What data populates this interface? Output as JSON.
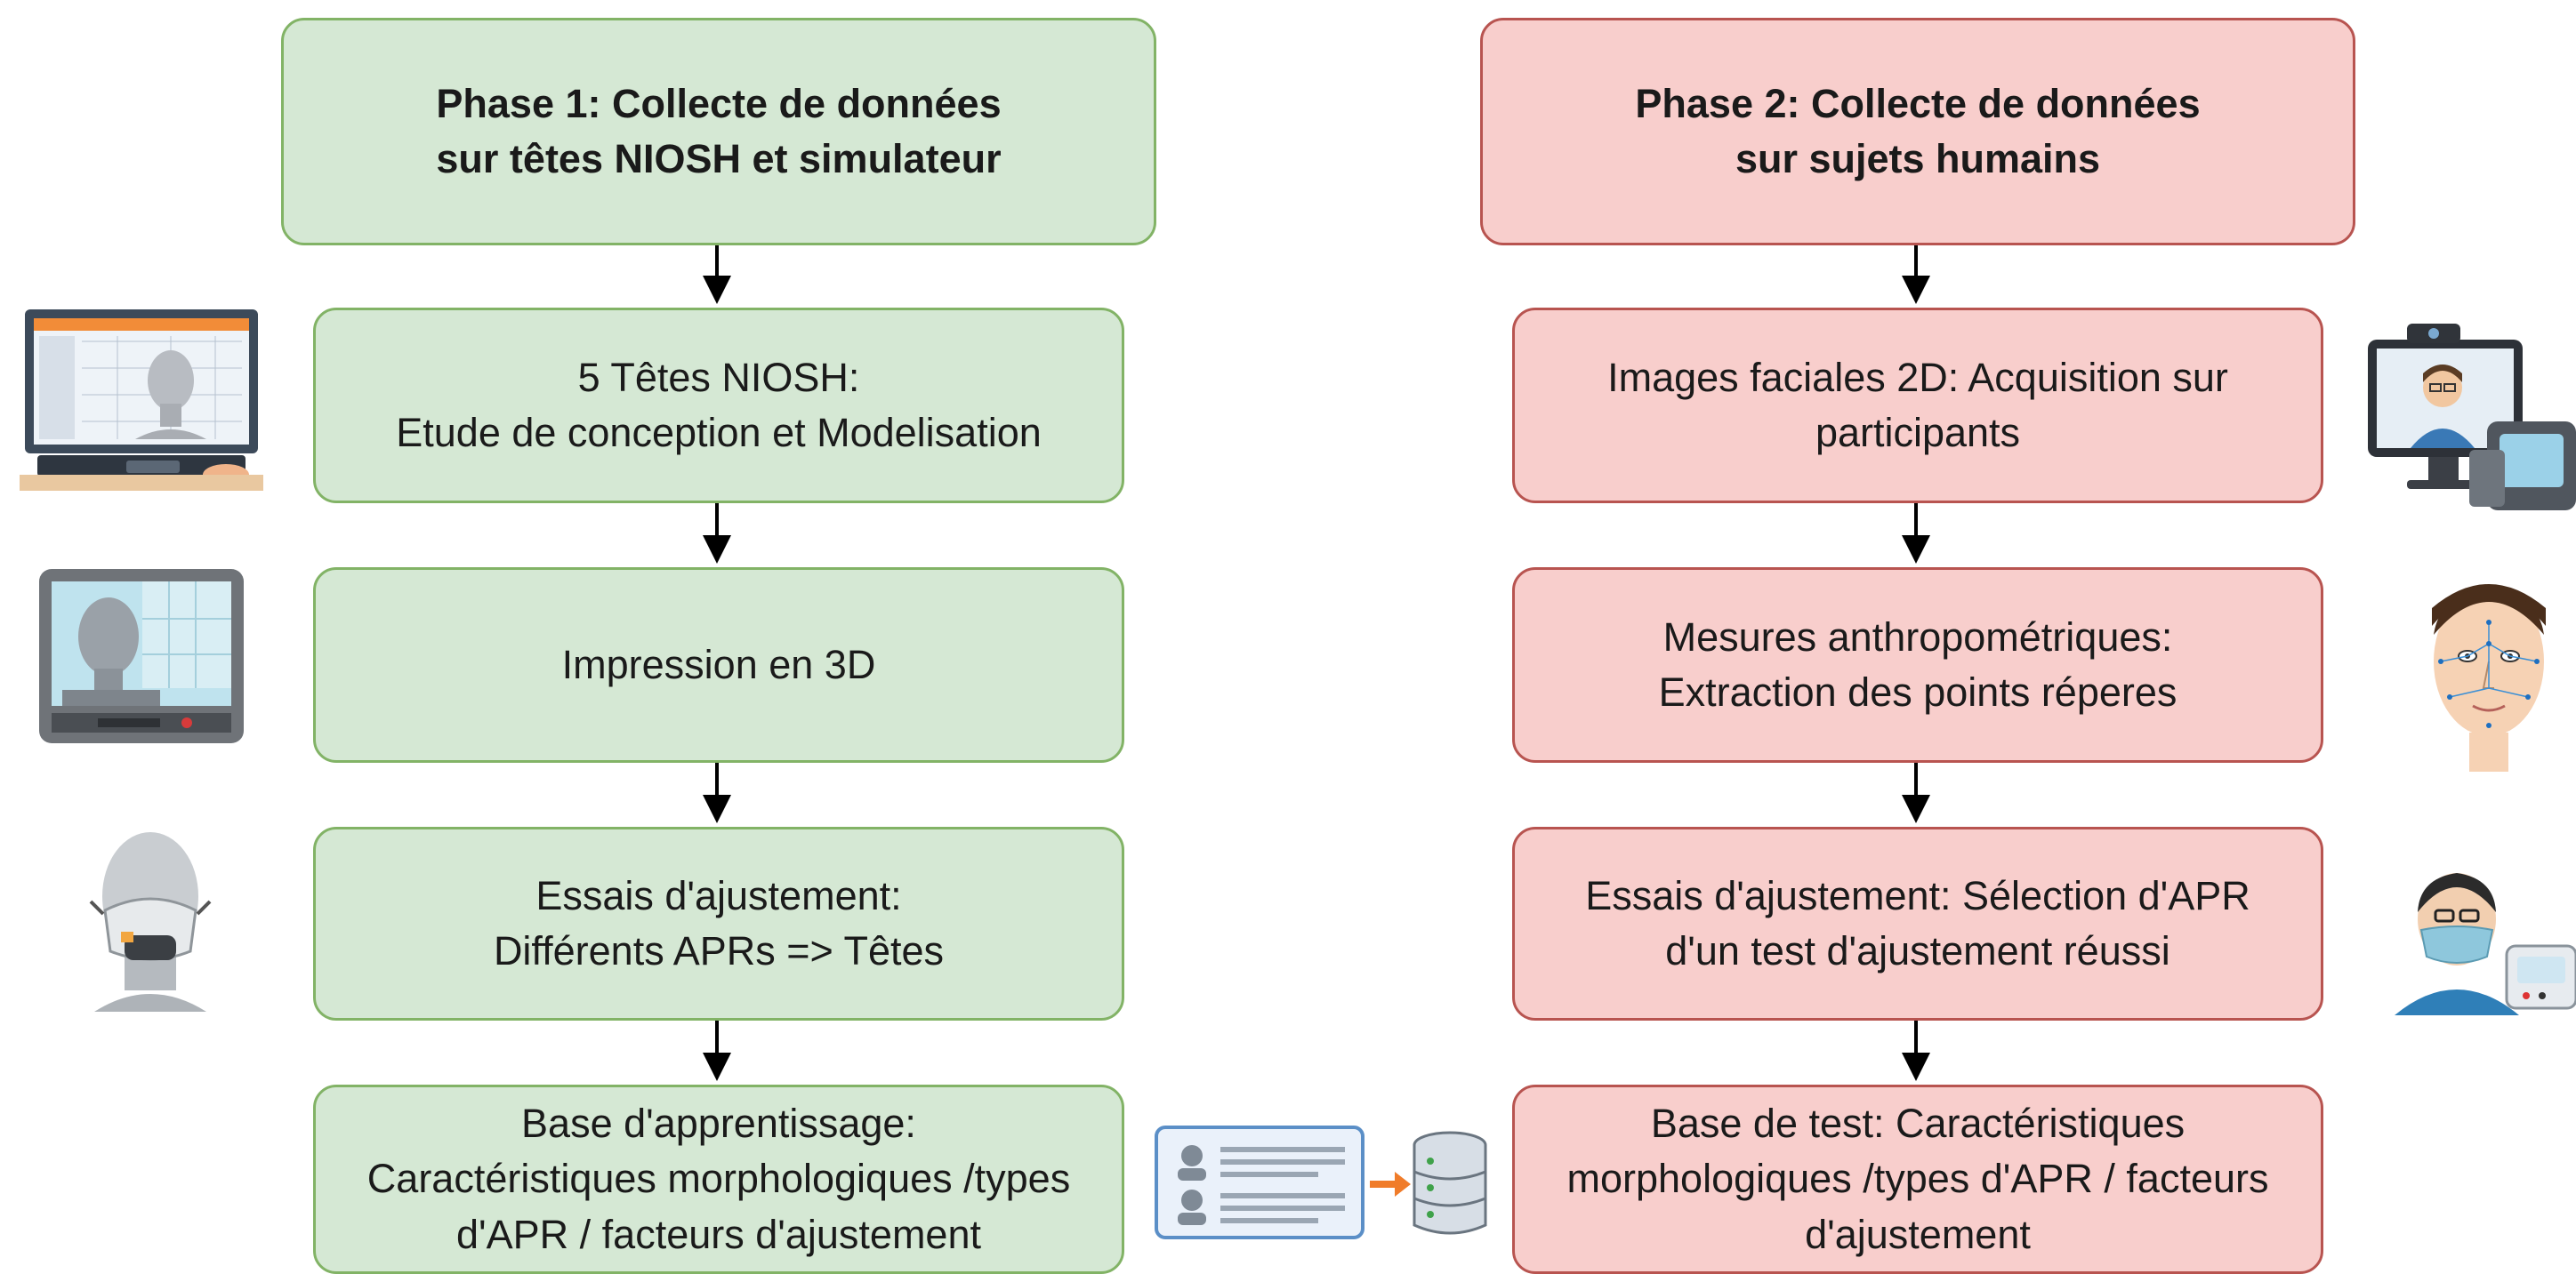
{
  "colors": {
    "phase1_fill": "#d5e8d4",
    "phase1_stroke": "#82b366",
    "phase2_fill": "#f8cecc",
    "phase2_stroke": "#b85450",
    "arrow": "#000000"
  },
  "phase1": {
    "header": "Phase 1: Collecte de données\nsur têtes NIOSH et simulateur",
    "steps": [
      "5 Têtes NIOSH:\nEtude de conception et Modelisation",
      "Impression en 3D",
      "Essais d'ajustement:\nDifférents APRs => Têtes",
      "Base d'apprentissage:\nCaractéristiques morphologiques /types\nd'APR / facteurs d'ajustement"
    ]
  },
  "phase2": {
    "header": "Phase 2: Collecte de données\nsur sujets humains",
    "steps": [
      "Images faciales 2D: Acquisition sur\nparticipants",
      "Mesures anthropométriques:\nExtraction des points réperes",
      "Essais d'ajustement: Sélection d'APR\nd'un test d'ajustement réussi",
      "Base de test: Caractéristiques\nmorphologiques /types d'APR / facteurs\nd'ajustement"
    ]
  },
  "illustrations": {
    "phase1": [
      "computer-modeling-illustration",
      "3d-printer-head-illustration",
      "mannequin-head-respirator-illustration"
    ],
    "phase2": [
      "webcam-face-capture-illustration",
      "face-landmarks-illustration",
      "person-mask-fit-test-illustration"
    ],
    "between": "database-records-illustration"
  }
}
